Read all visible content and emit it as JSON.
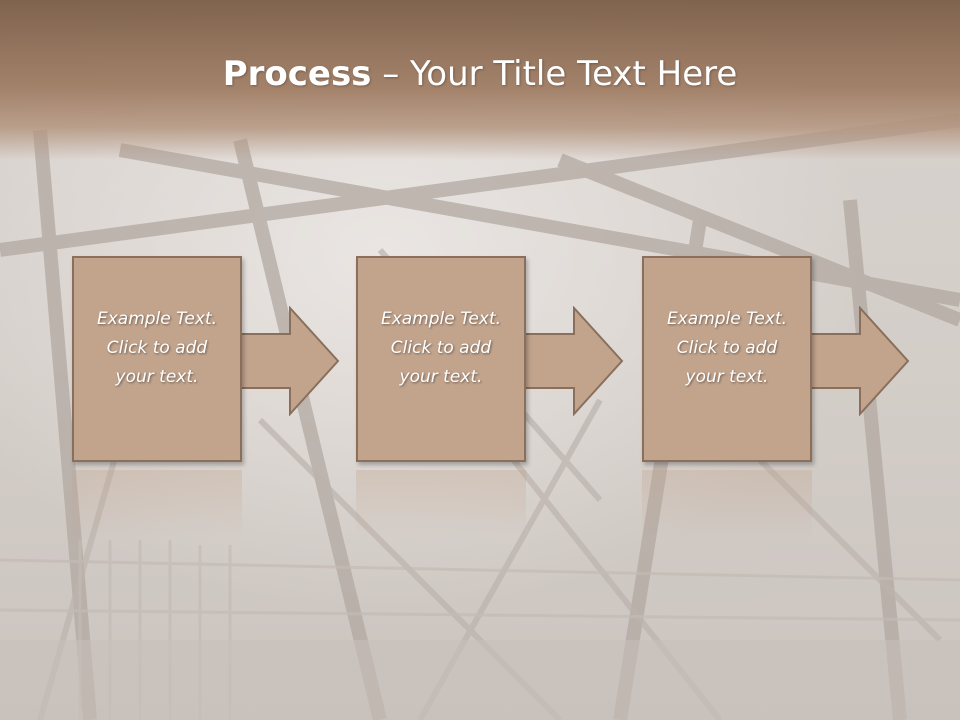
{
  "slide": {
    "title_bold": "Process",
    "title_rest": " – Your Title Text Here",
    "steps": [
      {
        "text": "Example Text.\nClick  to add\nyour text."
      },
      {
        "text": "Example Text.\nClick  to add\nyour text."
      },
      {
        "text": "Example Text.\nClick  to add\nyour text."
      }
    ]
  },
  "colors": {
    "title_band": "#7d604a",
    "box_fill": "#c2a48d",
    "box_border": "#8a705c"
  },
  "icons": {
    "step_connector": "right-arrow-icon",
    "background": "steel-bridge-photo"
  }
}
